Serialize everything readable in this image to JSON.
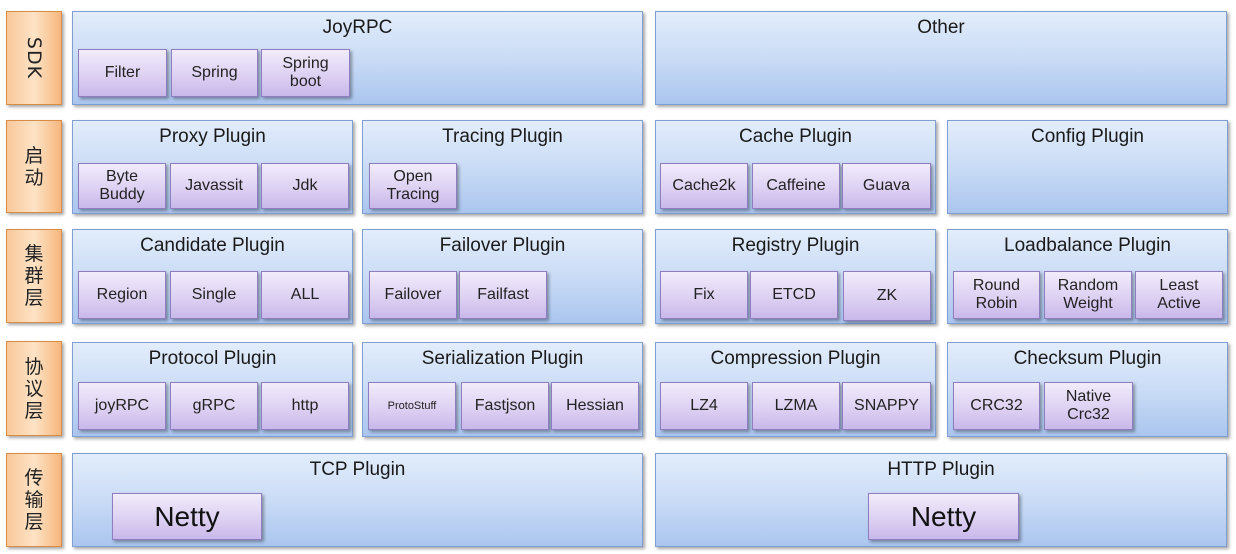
{
  "layers": [
    {
      "label": "SDK"
    },
    {
      "label": "启动"
    },
    {
      "label": "集群层"
    },
    {
      "label": "协议层"
    },
    {
      "label": "传输层"
    }
  ],
  "panels": {
    "sdk_joyrpc": {
      "title": "JoyRPC",
      "items": [
        "Filter",
        "Spring",
        "Spring\nboot"
      ]
    },
    "sdk_other": {
      "title": "Other",
      "items": []
    },
    "proxy": {
      "title": "Proxy Plugin",
      "items": [
        "Byte\nBuddy",
        "Javassit",
        "Jdk"
      ]
    },
    "tracing": {
      "title": "Tracing Plugin",
      "items": [
        "Open\nTracing"
      ]
    },
    "cache": {
      "title": "Cache Plugin",
      "items": [
        "Cache2k",
        "Caffeine",
        "Guava"
      ]
    },
    "config": {
      "title": "Config Plugin",
      "items": []
    },
    "candidate": {
      "title": "Candidate Plugin",
      "items": [
        "Region",
        "Single",
        "ALL"
      ]
    },
    "failover": {
      "title": "Failover Plugin",
      "items": [
        "Failover",
        "Failfast"
      ]
    },
    "registry": {
      "title": "Registry Plugin",
      "items": [
        "Fix",
        "ETCD",
        "ZK"
      ]
    },
    "loadbalance": {
      "title": "Loadbalance Plugin",
      "items": [
        "Round\nRobin",
        "Random\nWeight",
        "Least\nActive"
      ]
    },
    "protocol": {
      "title": "Protocol Plugin",
      "items": [
        "joyRPC",
        "gRPC",
        "http"
      ]
    },
    "serialization": {
      "title": "Serialization Plugin",
      "items": [
        "ProtoStuff",
        "Fastjson",
        "Hessian"
      ]
    },
    "compression": {
      "title": "Compression Plugin",
      "items": [
        "LZ4",
        "LZMA",
        "SNAPPY"
      ]
    },
    "checksum": {
      "title": "Checksum Plugin",
      "items": [
        "CRC32",
        "Native\nCrc32"
      ]
    },
    "tcp": {
      "title": "TCP Plugin",
      "items": [
        "Netty"
      ]
    },
    "http": {
      "title": "HTTP Plugin",
      "items": [
        "Netty"
      ]
    }
  },
  "colors": {
    "layer_fill": "#fbd7b0",
    "panel_fill": "#c7daf5",
    "item_fill": "#ddd1f2"
  }
}
